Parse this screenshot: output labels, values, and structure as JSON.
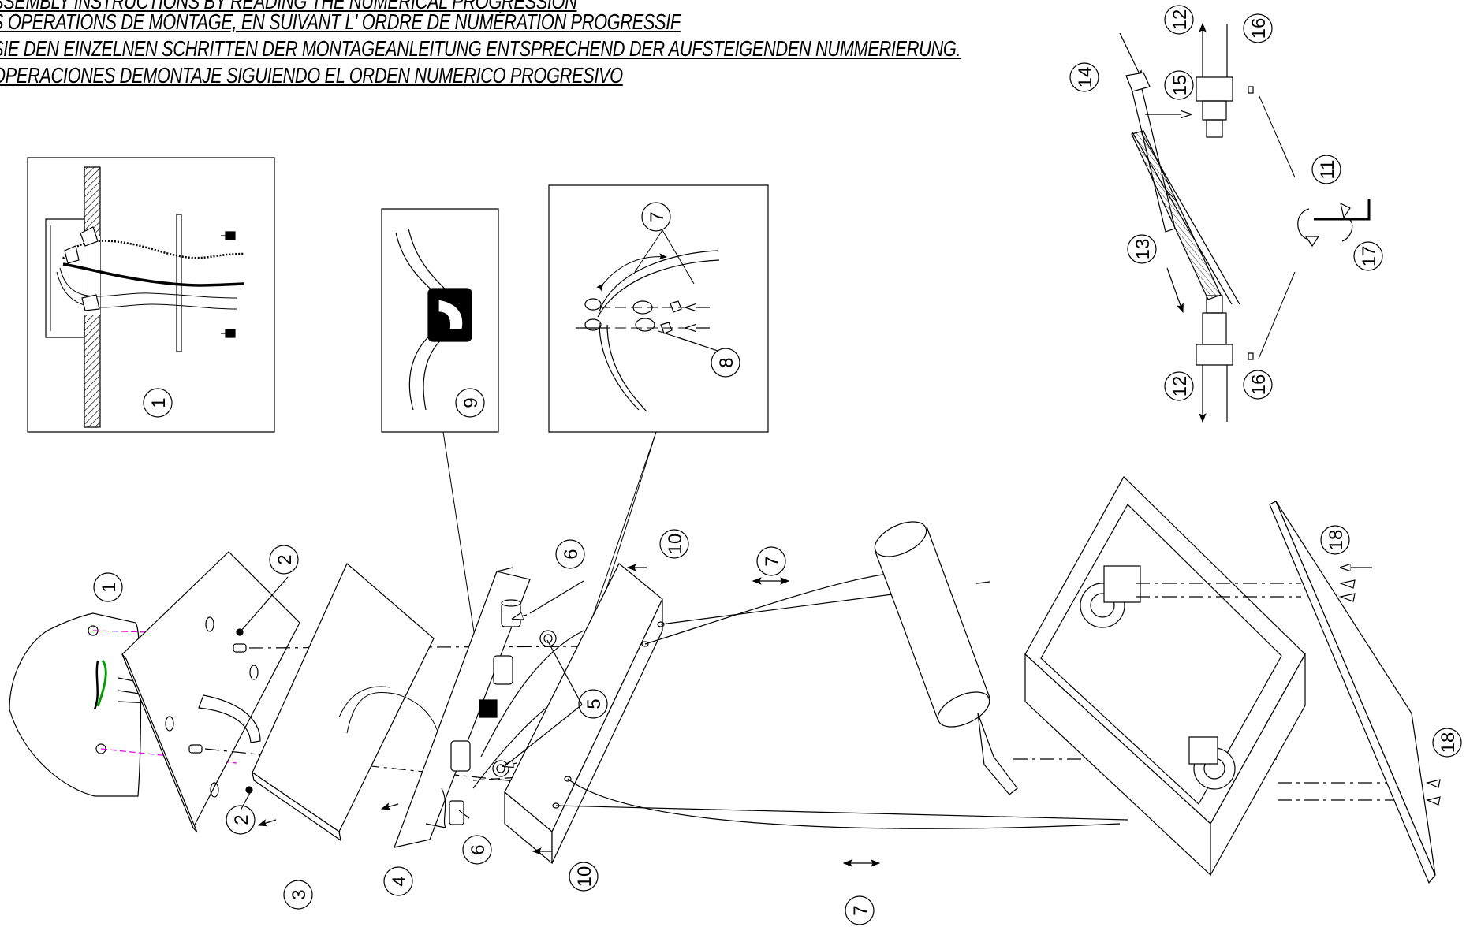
{
  "instructions": [
    "SSEMBLY INSTRUCTIONS BY READING THE NUMERICAL PROGRESSION",
    "S OPERATIONS DE MONTAGE, EN SUIVANT L' ORDRE DE NUMÉRATION PROGRESSIF",
    "SIE DEN EINZELNEN SCHRITTEN DER MONTAGEANLEITUNG ENTSPRECHEND DER AUFSTEIGENDEN NUMMERIERUNG.",
    "OPERACIONES DEMONTAJE SIGUIENDO EL ORDEN NUMERICO PROGRESIVO"
  ],
  "callouts": {
    "c1a": "1",
    "c1b": "1",
    "c2a": "2",
    "c2b": "2",
    "c3": "3",
    "c4": "4",
    "c5": "5",
    "c6a": "6",
    "c6b": "6",
    "c7a": "7",
    "c7b": "7",
    "c7c": "7",
    "c8": "8",
    "c9": "9",
    "c10a": "10",
    "c10b": "10",
    "c11": "11",
    "c12a": "12",
    "c12b": "12",
    "c13": "13",
    "c14": "14",
    "c15": "15",
    "c16a": "16",
    "c16b": "16",
    "c17": "17",
    "c18a": "18",
    "c18b": "18"
  },
  "colors": {
    "line": "#000000",
    "guide": "#e000e0",
    "wire_green": "#00a000"
  }
}
